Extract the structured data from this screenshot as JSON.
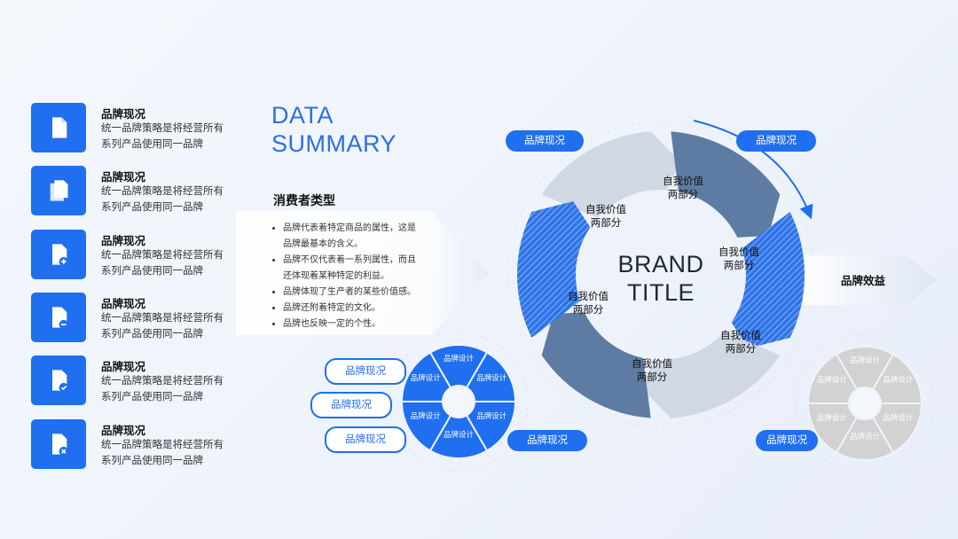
{
  "left_list": [
    {
      "icon": "document-icon",
      "title": "品牌现况",
      "desc": "统一品牌策略是将经营所有系列产品使用同一品牌"
    },
    {
      "icon": "documents-copy-icon",
      "title": "品牌现况",
      "desc": "统一品牌策略是将经营所有系列产品使用同一品牌"
    },
    {
      "icon": "document-add-icon",
      "title": "品牌现况",
      "desc": "统一品牌策略是将经营所有系列产品使用同一品牌"
    },
    {
      "icon": "document-remove-icon",
      "title": "品牌现况",
      "desc": "统一品牌策略是将经营所有系列产品使用同一品牌"
    },
    {
      "icon": "document-check-icon",
      "title": "品牌现况",
      "desc": "统一品牌策略是将经营所有系列产品使用同一品牌"
    },
    {
      "icon": "document-delete-icon",
      "title": "品牌现况",
      "desc": "统一品牌策略是将经营所有系列产品使用同一品牌"
    }
  ],
  "summary": {
    "line1": "DATA",
    "line2": "SUMMARY",
    "consumer_title": "消费者类型",
    "bullets": [
      "品牌代表着特定商品的属性，这是品牌最基本的含义。",
      "品牌不仅代表着一系列属性，而且还体现着某种特定的利益。",
      "品牌体现了生产者的某些价值感。",
      "品牌还附着特定的文化。",
      "品牌也反映一定的个性。"
    ]
  },
  "center": {
    "line1": "BRAND",
    "line2": "TITLE",
    "segments": [
      {
        "l1": "自我价值",
        "l2": "两部分"
      },
      {
        "l1": "自我价值",
        "l2": "两部分"
      },
      {
        "l1": "自我价值",
        "l2": "两部分"
      },
      {
        "l1": "自我价值",
        "l2": "两部分"
      },
      {
        "l1": "自我价值",
        "l2": "两部分"
      },
      {
        "l1": "自我价值",
        "l2": "两部分"
      }
    ]
  },
  "pills": {
    "top_left": "品牌现况",
    "top_right": "品牌现况",
    "bottom_center": "品牌现况",
    "bottom_right": "品牌现况",
    "outline": [
      "品牌现况",
      "品牌现况",
      "品牌现况"
    ]
  },
  "benefit": "品牌效益",
  "blue_wheel": [
    "品牌设计",
    "品牌设计",
    "品牌设计",
    "品牌设计",
    "品牌设计",
    "品牌设计"
  ],
  "gray_wheel": [
    "品牌设计",
    "品牌设计",
    "品牌设计",
    "品牌设计",
    "品牌设计",
    "品牌设计"
  ],
  "colors": {
    "accent": "#1f6ff0",
    "dark_segment": "#5e7ca3",
    "light_segment": "#cfd8e3",
    "gray_wheel": "#d2d2d2"
  }
}
